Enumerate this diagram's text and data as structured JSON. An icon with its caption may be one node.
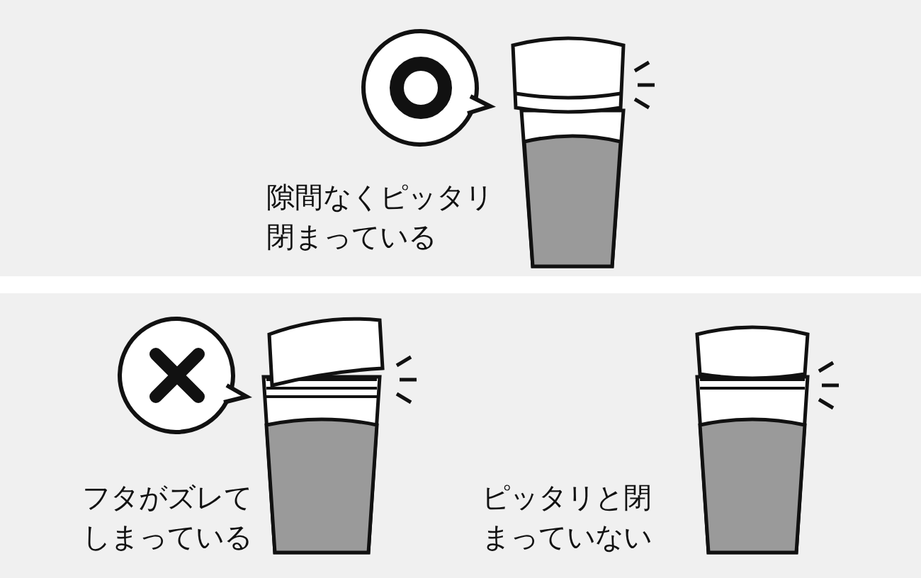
{
  "diagram": {
    "labels": [
      "隙間なくピッタリ閉まっている",
      "フタがズレてしまっている",
      "ピッタリと閉まっていない"
    ]
  }
}
